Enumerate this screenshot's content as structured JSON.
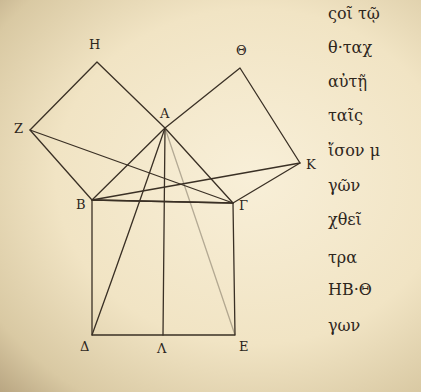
{
  "diagram": {
    "labels": [
      "Η",
      "Θ",
      "Ζ",
      "Α",
      "Κ",
      "Β",
      "Γ",
      "Δ",
      "Λ",
      "Ε",
      "ςοῖ τῷ",
      "θ·ταχ",
      "αὐτῇ",
      "ταῖς",
      "ἴσον μ",
      "γῶν",
      "χθεῖ",
      "τρα",
      "ΗΒ·Θ",
      "γων"
    ]
  }
}
